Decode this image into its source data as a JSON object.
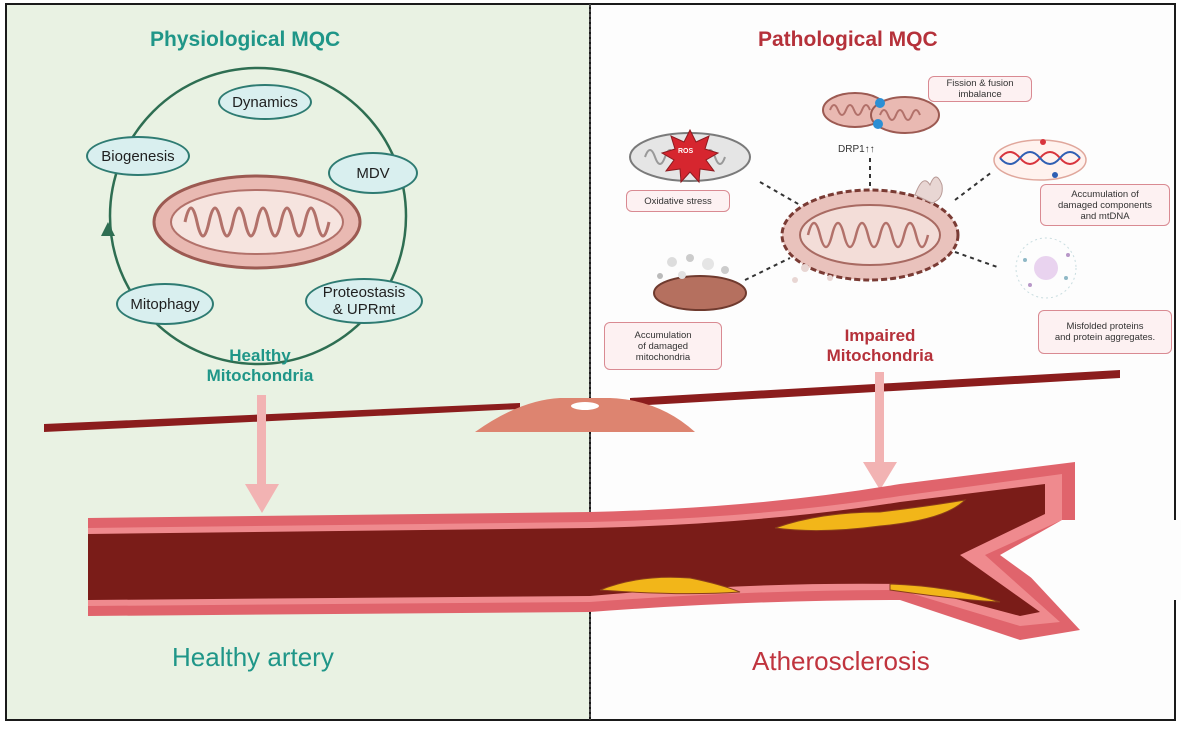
{
  "left_panel": {
    "title": "Physiological MQC",
    "cycle_nodes": [
      "Dynamics",
      "MDV",
      "Proteostasis\n& UPRmt",
      "Mitophagy",
      "Biogenesis"
    ],
    "caption": "Healthy\nMitochondria",
    "bottom_label": "Healthy artery"
  },
  "right_panel": {
    "title": "Pathological MQC",
    "boxes": {
      "fission": "Fission & fusion\nimbalance",
      "oxidative": "Oxidative stress",
      "accum_components": "Accumulation of\ndamaged components\nand mtDNA",
      "accum_mito": "Accumulation\nof damaged\nmitochondria",
      "misfolded": "Misfolded proteins\nand protein aggregates."
    },
    "drp_label": "DRP1↑↑",
    "ros_label": "ROS",
    "caption": "Impaired\nMitochondria",
    "bottom_label": "Atherosclerosis"
  },
  "colors": {
    "left_bg": "#e9f2e3",
    "teal": "#1f9688",
    "red": "#b5313a",
    "artery_outer": "#e0646c",
    "artery_lumen": "#7a1c18",
    "plaque": "#f2b619"
  }
}
